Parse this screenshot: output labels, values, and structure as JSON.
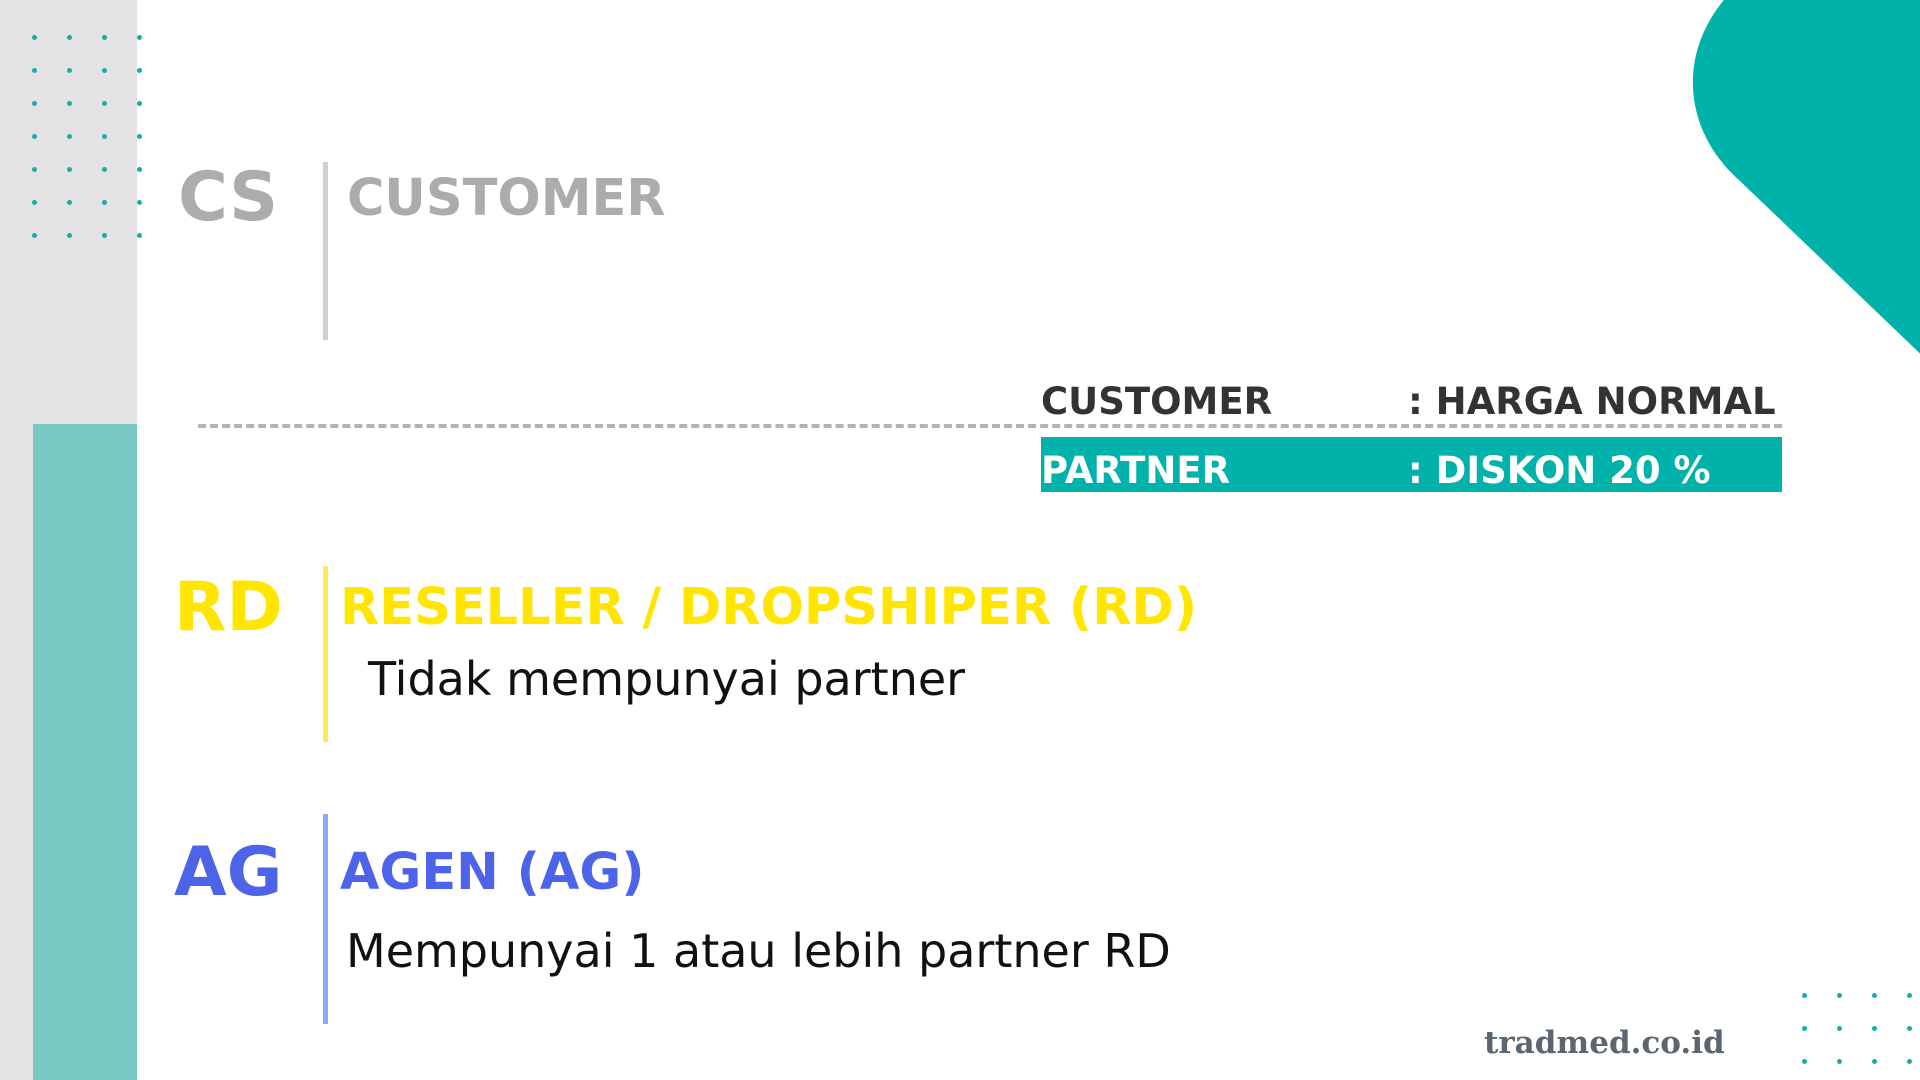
{
  "colors": {
    "teal": "#00b2a9",
    "light_teal": "#78c9c3",
    "gray_text": "#acacac",
    "yellow": "#ffe500",
    "blue": "#4d63e8",
    "dark_text": "#333333"
  },
  "levels": [
    {
      "code": "CS",
      "title": "CUSTOMER",
      "description": ""
    },
    {
      "code": "RD",
      "title": "RESELLER / DROPSHIPER (RD)",
      "description": "Tidak mempunyai partner"
    },
    {
      "code": "AG",
      "title": "AGEN (AG)",
      "description": "Mempunyai 1 atau lebih partner RD"
    }
  ],
  "pricing": [
    {
      "label": "CUSTOMER",
      "value": ": HARGA NORMAL"
    },
    {
      "label": "PARTNER",
      "value": ": DISKON 20 %"
    }
  ],
  "footer": {
    "website": "tradmed.co.id"
  }
}
